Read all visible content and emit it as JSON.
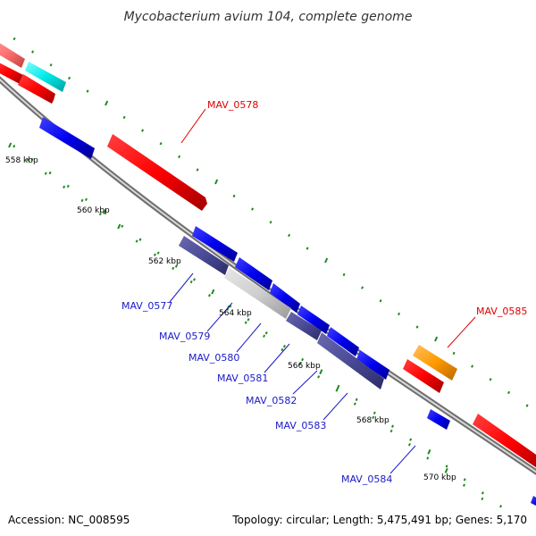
{
  "title": "Mycobacterium avium 104, complete genome",
  "footer": {
    "accession": "Accession: NC_008595",
    "summary": "Topology: circular; Length: 5,475,491 bp; Genes: 5,170"
  },
  "colors": {
    "backbone": "#8c8c8c",
    "tick": "#1f8a1f",
    "label_red": "#e00000",
    "label_blue": "#1a1ac8"
  },
  "kbp_labels": [
    "558 kbp",
    "560 kbp",
    "562 kbp",
    "564 kbp",
    "566 kbp",
    "568 kbp",
    "570 kbp"
  ],
  "gene_labels": [
    {
      "name": "MAV_0578",
      "color": "red"
    },
    {
      "name": "MAV_0585",
      "color": "red"
    },
    {
      "name": "MAV_0577",
      "color": "blue"
    },
    {
      "name": "MAV_0579",
      "color": "blue"
    },
    {
      "name": "MAV_0580",
      "color": "blue"
    },
    {
      "name": "MAV_0581",
      "color": "blue"
    },
    {
      "name": "MAV_0582",
      "color": "blue"
    },
    {
      "name": "MAV_0583",
      "color": "blue"
    },
    {
      "name": "MAV_0584",
      "color": "blue"
    }
  ]
}
